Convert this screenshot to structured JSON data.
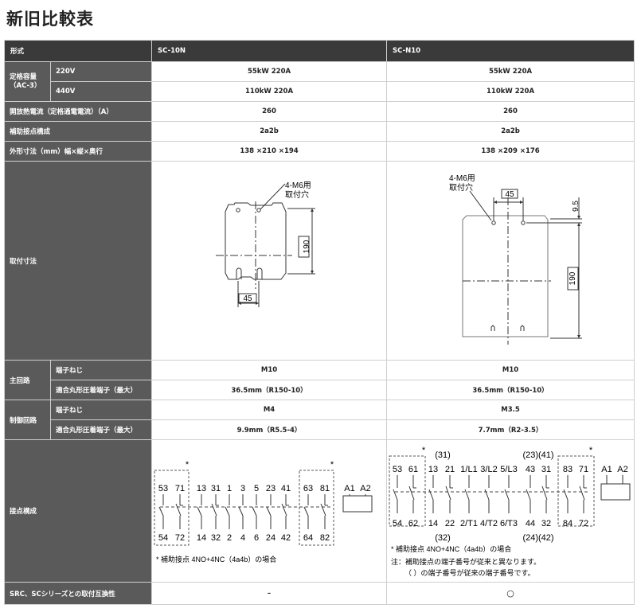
{
  "title": "新旧比較表",
  "header": {
    "type_label": "形式",
    "old_model": "SC-10N",
    "new_model": "SC-N10"
  },
  "rated_capacity": {
    "label": "定格容量\n（AC-3）",
    "v220": {
      "label": "220V",
      "old": "55kW 220A",
      "new": "55kW 220A"
    },
    "v440": {
      "label": "440V",
      "old": "110kW 220A",
      "new": "110kW 220A"
    }
  },
  "thermal_current": {
    "label": "開放熱電流（定格通電電流）（A）",
    "old": "260",
    "new": "260"
  },
  "aux_contacts": {
    "label": "補助接点構成",
    "old": "2a2b",
    "new": "2a2b"
  },
  "dimensions": {
    "label": "外形寸法（mm）幅×縦×奥行",
    "old": "138 ×210 ×194",
    "new": "138 ×209 ×176"
  },
  "mounting": {
    "label": "取付寸法",
    "old": {
      "hole_label_1": "4-M6用",
      "hole_label_2": "取付穴",
      "height": "190",
      "width": "45"
    },
    "new": {
      "hole_label_1": "4-M6用",
      "hole_label_2": "取付穴",
      "width": "45",
      "offset": "9.5",
      "height": "190"
    }
  },
  "main_circuit": {
    "label": "主回路",
    "screw": {
      "label": "端子ねじ",
      "old": "M10",
      "new": "M10"
    },
    "lug": {
      "label": "適合丸形圧着端子（最大）",
      "old": "36.5mm（R150-10）",
      "new": "36.5mm（R150-10）"
    }
  },
  "control_circuit": {
    "label": "制御回路",
    "screw": {
      "label": "端子ねじ",
      "old": "M4",
      "new": "M3.5"
    },
    "lug": {
      "label": "適合丸形圧着端子（最大）",
      "old": "9.9mm（R5.5-4）",
      "new": "7.7mm（R2-3.5）"
    }
  },
  "contacts": {
    "label": "接点構成",
    "old": {
      "star": "*",
      "top": [
        "53",
        "71",
        "13",
        "31",
        "1",
        "3",
        "5",
        "23",
        "41",
        "63",
        "81",
        "A1",
        "A2"
      ],
      "bottom": [
        "54",
        "72",
        "14",
        "32",
        "2",
        "4",
        "6",
        "24",
        "42",
        "64",
        "82"
      ],
      "note": "* 補助接点 4NO+4NC（4a4b）の場合"
    },
    "new": {
      "star": "*",
      "top_paren": [
        "(31)",
        "(23)(41)"
      ],
      "top": [
        "53",
        "61",
        "13",
        "21",
        "1/L1",
        "3/L2",
        "5/L3",
        "43",
        "31",
        "83",
        "71",
        "A1",
        "A2"
      ],
      "bottom": [
        "54",
        "62",
        "14",
        "22",
        "2/T1",
        "4/T2",
        "6/T3",
        "44",
        "32",
        "84",
        "72"
      ],
      "bottom_paren": [
        "(32)",
        "(24)(42)"
      ],
      "note1": "* 補助接点 4NO+4NC（4a4b）の場合",
      "note2": "注：補助接点の端子番号が従来と異なります。",
      "note3": "（ ）の端子番号が従来の端子番号です。"
    }
  },
  "compat": {
    "label": "SRC、SCシリーズとの取付互換性",
    "old": "–",
    "new": "○"
  }
}
